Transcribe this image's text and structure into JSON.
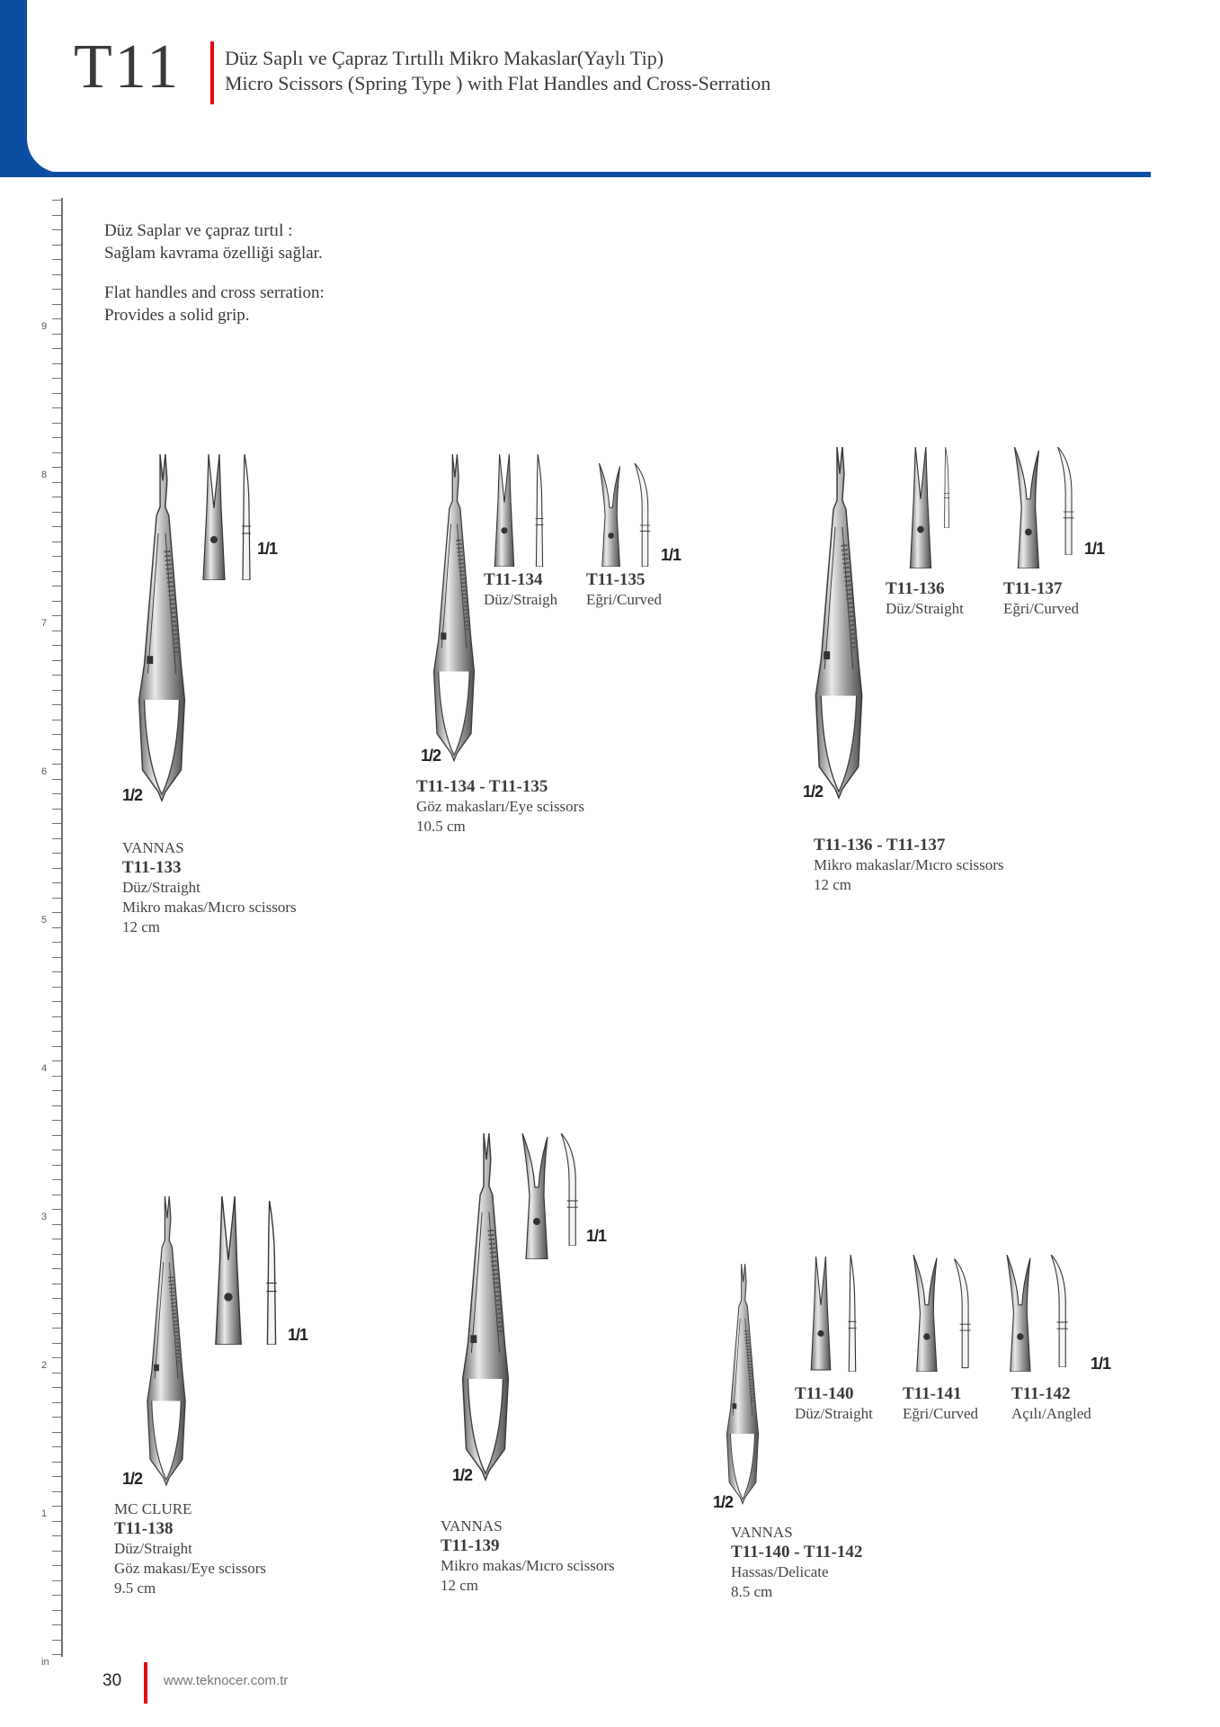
{
  "header": {
    "code": "T11",
    "title_tr": "Düz Saplı ve Çapraz Tırtıllı Mikro Makaslar(Yaylı Tip)",
    "title_en": "Micro Scissors (Spring Type ) with Flat Handles and Cross-Serration",
    "accent_color": "#0b4ea2",
    "red_color": "#e30613"
  },
  "ruler": {
    "numbers": [
      "9",
      "8",
      "7",
      "6",
      "5",
      "4",
      "3",
      "2",
      "1"
    ],
    "unit": "in"
  },
  "intro": {
    "tr_line1": "Düz Saplar ve çapraz tırtıl :",
    "tr_line2": "Sağlam kavrama özelliği sağlar.",
    "en_line1": "Flat handles and cross serration:",
    "en_line2": "Provides a solid grip."
  },
  "scale": {
    "half": "1/2",
    "full": "1/1"
  },
  "products": {
    "p133": {
      "brand": "VANNAS",
      "code": "T11-133",
      "type": "Düz/Straight",
      "desc": "Mikro makas/Mıcro scissors",
      "size": "12 cm"
    },
    "p134_135": {
      "range": "T11-134 - T11-135",
      "desc": "Göz makasları/Eye scissors",
      "size": "10.5 cm",
      "v1_code": "T11-134",
      "v1_type": "Düz/Straigh",
      "v2_code": "T11-135",
      "v2_type": "Eğri/Curved"
    },
    "p136_137": {
      "range": "T11-136 - T11-137",
      "desc": "Mikro makaslar/Mıcro scissors",
      "size": "12 cm",
      "v1_code": "T11-136",
      "v1_type": "Düz/Straight",
      "v2_code": "T11-137",
      "v2_type": "Eğri/Curved"
    },
    "p138": {
      "brand": "MC CLURE",
      "code": "T11-138",
      "type": "Düz/Straight",
      "desc": "Göz makası/Eye scissors",
      "size": "9.5 cm"
    },
    "p139": {
      "brand": "VANNAS",
      "code": "T11-139",
      "desc": "Mikro makas/Mıcro scissors",
      "size": "12 cm"
    },
    "p140_142": {
      "brand": "VANNAS",
      "range": "T11-140 - T11-142",
      "desc": "Hassas/Delicate",
      "size": "8.5 cm",
      "v1_code": "T11-140",
      "v1_type": "Düz/Straight",
      "v2_code": "T11-141",
      "v2_type": "Eğri/Curved",
      "v3_code": "T11-142",
      "v3_type": "Açılı/Angled"
    }
  },
  "footer": {
    "page": "30",
    "website": "www.teknocer.com.tr"
  }
}
